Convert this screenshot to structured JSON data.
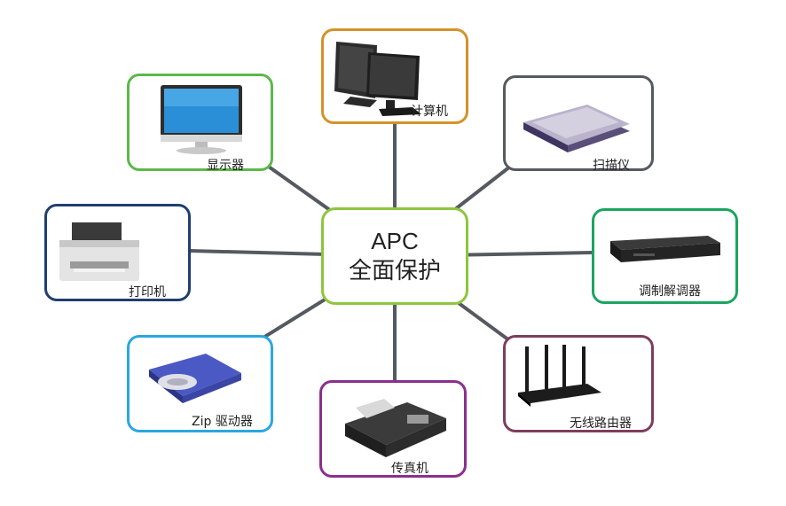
{
  "center": {
    "line1": "APC",
    "line2": "全面保护",
    "color": "#8dc63f"
  },
  "connector_color": "#555a60",
  "devices": [
    {
      "id": "computer",
      "label": "计算机",
      "color": "#d4922a",
      "icon": "computer-icon"
    },
    {
      "id": "monitor",
      "label": "显示器",
      "color": "#5cb84a",
      "icon": "monitor-icon"
    },
    {
      "id": "scanner",
      "label": "扫描仪",
      "color": "#555a60",
      "icon": "scanner-icon"
    },
    {
      "id": "printer",
      "label": "打印机",
      "color": "#1f3f6e",
      "icon": "printer-icon"
    },
    {
      "id": "modem",
      "label": "调制解调器",
      "color": "#1ba560",
      "icon": "modem-icon"
    },
    {
      "id": "zip",
      "label": "Zip 驱动器",
      "color": "#29a8e0",
      "icon": "zip-drive-icon"
    },
    {
      "id": "fax",
      "label": "传真机",
      "color": "#8b2f8f",
      "icon": "fax-machine-icon"
    },
    {
      "id": "router",
      "label": "无线路由器",
      "color": "#7e3d5c",
      "icon": "wireless-router-icon"
    }
  ]
}
